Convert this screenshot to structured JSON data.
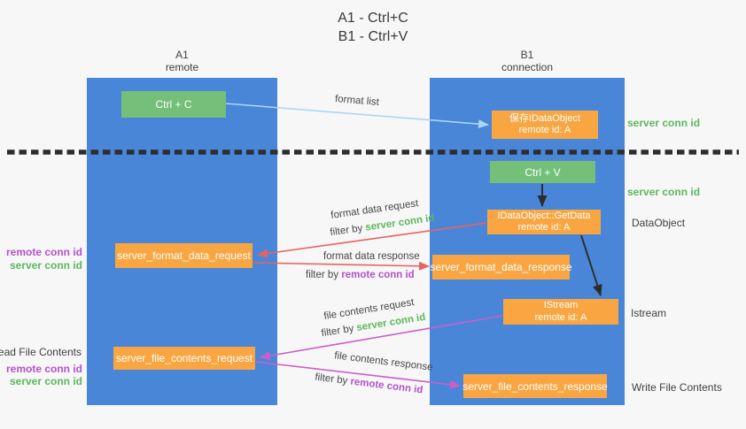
{
  "title": {
    "line1": "A1 - Ctrl+C",
    "line2": "B1 - Ctrl+V"
  },
  "lanes": {
    "left": {
      "name": "A1",
      "subtitle": "remote"
    },
    "right": {
      "name": "B1",
      "subtitle": "connection"
    }
  },
  "boxes": {
    "ctrl_c": {
      "label": "Ctrl + C"
    },
    "save_dataobject": {
      "line1": "保存IDataObject",
      "line2": "remote id: A"
    },
    "ctrl_v": {
      "label": "Ctrl + V"
    },
    "getdata": {
      "line1": "IDataObject::GetData",
      "line2": "remote id: A"
    },
    "format_request": {
      "label": "server_format_data_request"
    },
    "format_response": {
      "label": "server_format_data_response"
    },
    "istream": {
      "line1": "IStream",
      "line2": "remote id: A"
    },
    "file_request": {
      "label": "server_file_contents_request"
    },
    "file_response": {
      "label": "server_file_contents_response"
    }
  },
  "edge_labels": {
    "format_list": "format list",
    "format_data_request": "format data request",
    "format_data_response": "format data response",
    "file_contents_request": "file contents request",
    "file_contents_response": "file contents response",
    "filter_by": "filter by",
    "server_conn_id": "server conn id",
    "remote_conn_id": "remote conn id"
  },
  "annotations": {
    "left": {
      "remote_conn_id": "remote conn id",
      "server_conn_id": "server conn id",
      "read_file_contents": "Read File Contents"
    },
    "right": {
      "server_conn_id": "server conn id",
      "dataobject": "DataObject",
      "istream": "Istream",
      "write_file_contents": "Write File Contents"
    }
  },
  "colors": {
    "background": "#f7f7f7",
    "lane_blue": "#4a86d8",
    "box_green": "#74c078",
    "box_orange": "#f9a642",
    "arrow_blue": "#a9d7f5",
    "arrow_red": "#e8635f",
    "arrow_magenta": "#cb5ecb",
    "arrow_black": "#2d2d2d",
    "conn_green": "#5cb85c",
    "conn_purple": "#b153cb",
    "text_dark": "#3f3f3f"
  }
}
